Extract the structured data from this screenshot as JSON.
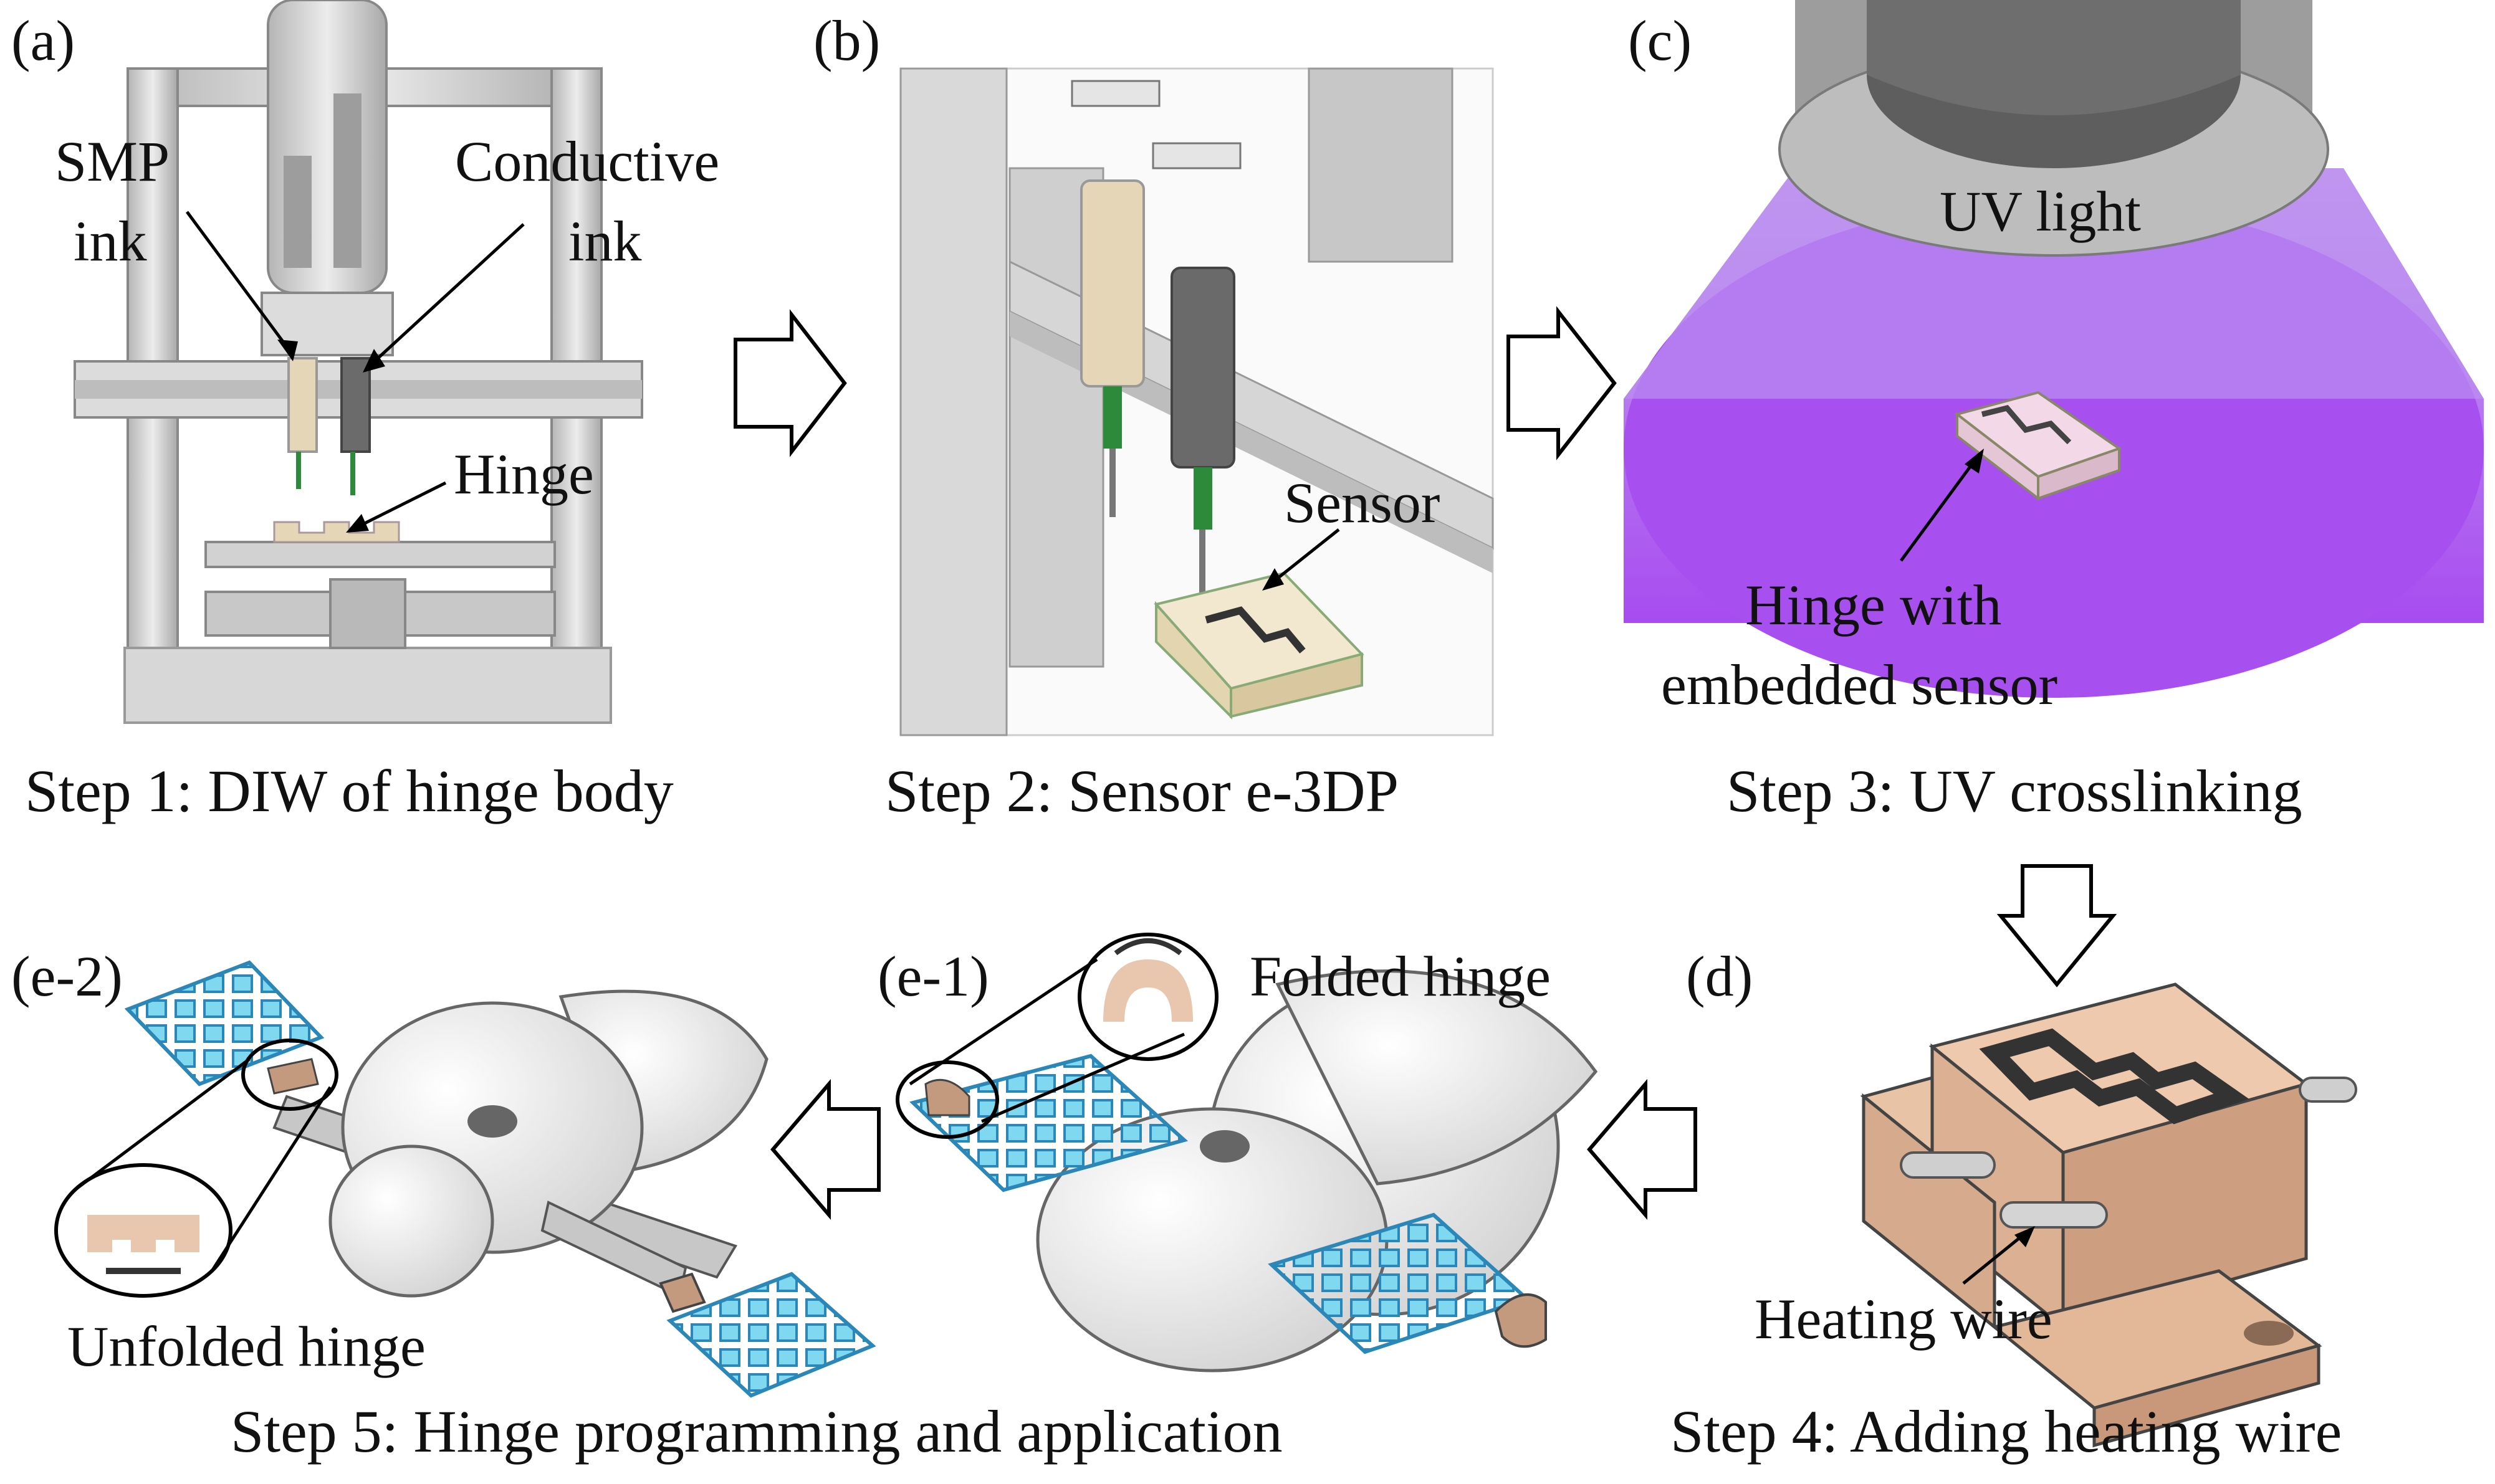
{
  "panels": {
    "a": {
      "tag": "(a)",
      "smp_label_1": "SMP",
      "smp_label_2": "ink",
      "cond_label_1": "Conductive",
      "cond_label_2": "ink",
      "hinge_label": "Hinge",
      "caption": "Step 1: DIW of hinge body"
    },
    "b": {
      "tag": "(b)",
      "sensor_label": "Sensor",
      "caption": "Step 2: Sensor e-3DP"
    },
    "c": {
      "tag": "(c)",
      "uv_label": "UV light",
      "hinge_label_1": "Hinge with",
      "hinge_label_2": "embedded sensor",
      "caption": "Step 3: UV crosslinking"
    },
    "d": {
      "tag": "(d)",
      "wire_label": "Heating wire",
      "caption": "Step 4: Adding heating wire"
    },
    "e1": {
      "tag": "(e-1)",
      "folded_label": "Folded hinge"
    },
    "e2": {
      "tag": "(e-2)",
      "unfolded_label": "Unfolded hinge"
    },
    "step5_caption": "Step 5: Hinge programming and application"
  },
  "colors": {
    "machine_gray": "#c9c9c9",
    "smp_beige": "#e6d6b8",
    "conductive_dark": "#555555",
    "uv_purple": "#b25cf0",
    "hinge_pink": "#e8c7ae",
    "panel_blue": "#8ad0f2"
  }
}
